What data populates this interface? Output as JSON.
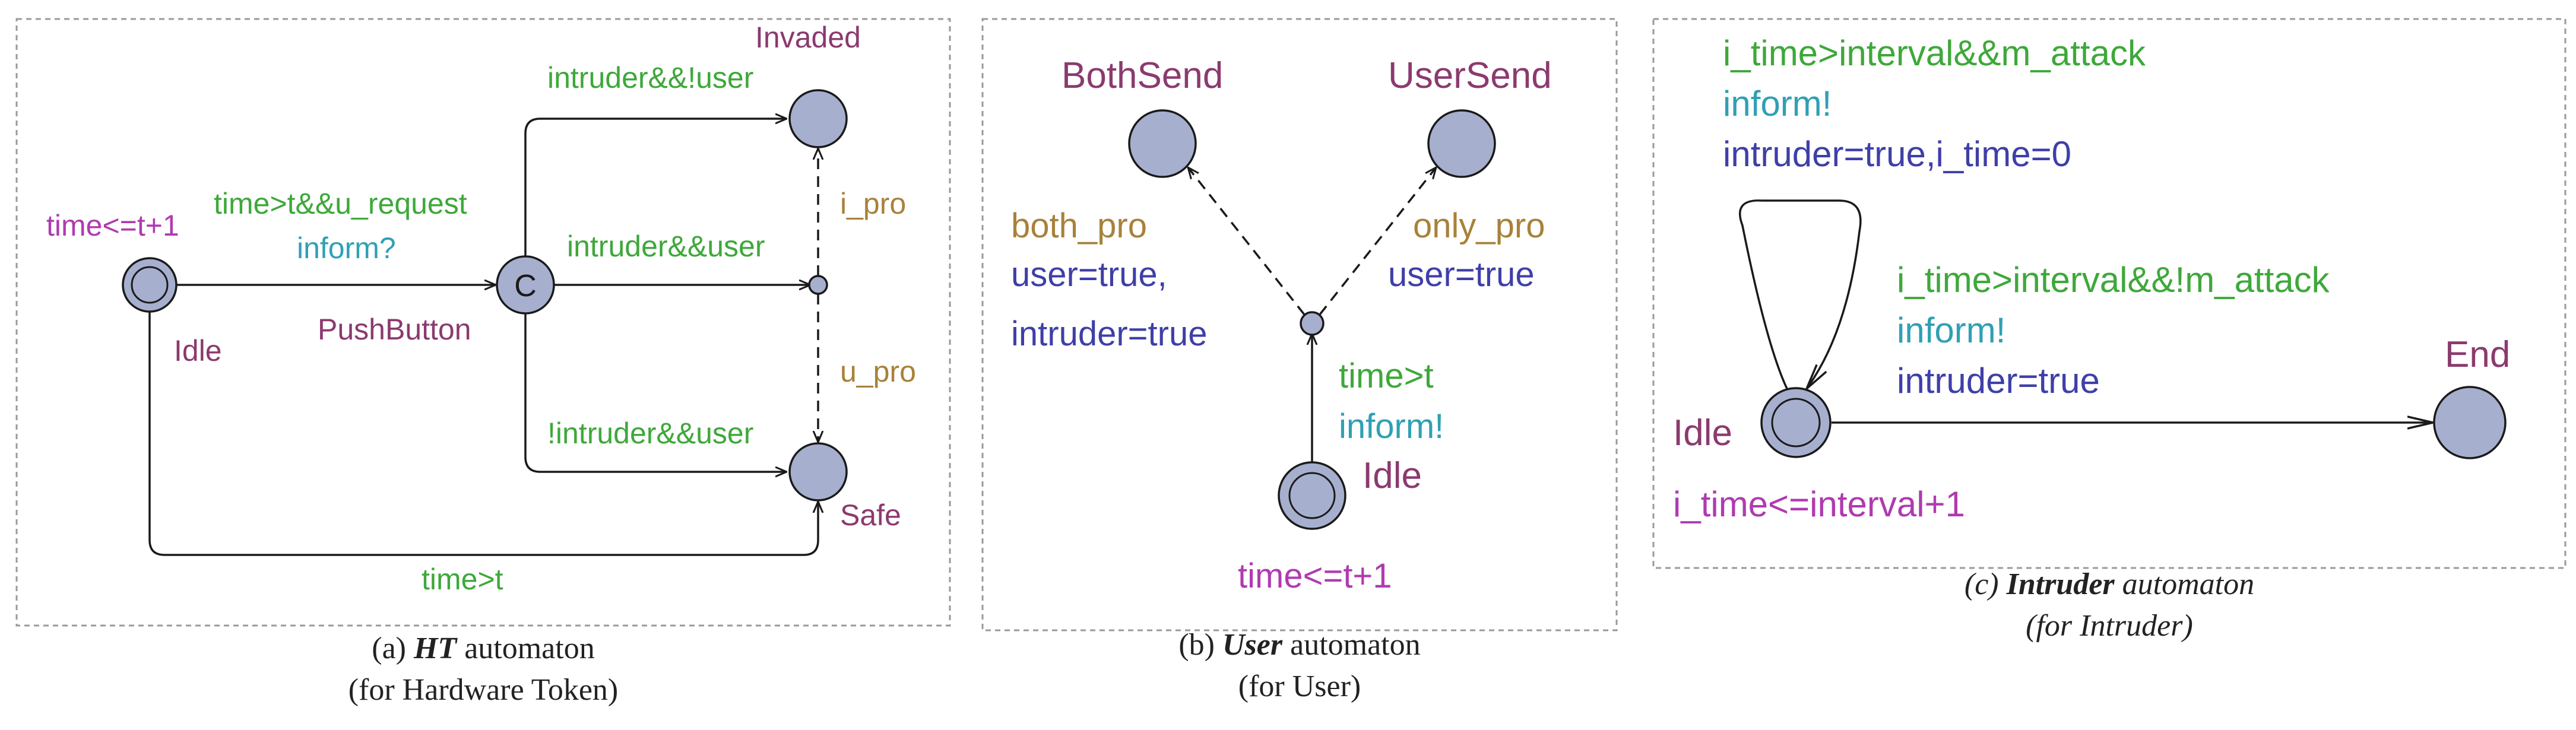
{
  "colors": {
    "state_fill": "#a7afcf",
    "edge": "#1a1a1a",
    "frame": "#9a9a9a",
    "guard": "#3ea83a",
    "sync": "#2fa0b4",
    "update": "#3f3fa8",
    "location": "#8b3a6e",
    "invariant": "#b03ab0",
    "prob": "#a8813a"
  },
  "ht": {
    "invariant": "time<=t+1",
    "idle": "Idle",
    "guard_request": "time>t&&u_request",
    "sync_inform": "inform?",
    "pushbutton": "PushButton",
    "committed": "C",
    "invaded": "Invaded",
    "guard_intr_notuser": "intruder&&!user",
    "guard_intr_user": "intruder&&user",
    "prob_i": "i_pro",
    "prob_u": "u_pro",
    "guard_notintr_user": "!intruder&&user",
    "safe": "Safe",
    "guard_timeout": "time>t",
    "caption_prefix": "(a) ",
    "caption_name": "HT",
    "caption_suffix": " automaton",
    "caption_line2": "(for Hardware Token)"
  },
  "user": {
    "bothsend": "BothSend",
    "usersend": "UserSend",
    "both_pro": "both_pro",
    "update_both_1": "user=true,",
    "update_both_2": "intruder=true",
    "only_pro": "only_pro",
    "update_only": "user=true",
    "guard": "time>t",
    "sync": "inform!",
    "idle": "Idle",
    "invariant": "time<=t+1",
    "caption_prefix": "(b) ",
    "caption_name": "User",
    "caption_suffix": " automaton",
    "caption_line2": "(for User)"
  },
  "intruder": {
    "guard_attack": "i_time>interval&&m_attack",
    "sync_1": "inform!",
    "update_1": "intruder=true,i_time=0",
    "guard_noattack": "i_time>interval&&!m_attack",
    "sync_2": "inform!",
    "update_2": "intruder=true",
    "idle": "Idle",
    "end": "End",
    "invariant": "i_time<=interval+1",
    "caption_prefix": "(c) ",
    "caption_name": "Intruder",
    "caption_suffix": " automaton",
    "caption_line2": "(for Intruder)"
  }
}
